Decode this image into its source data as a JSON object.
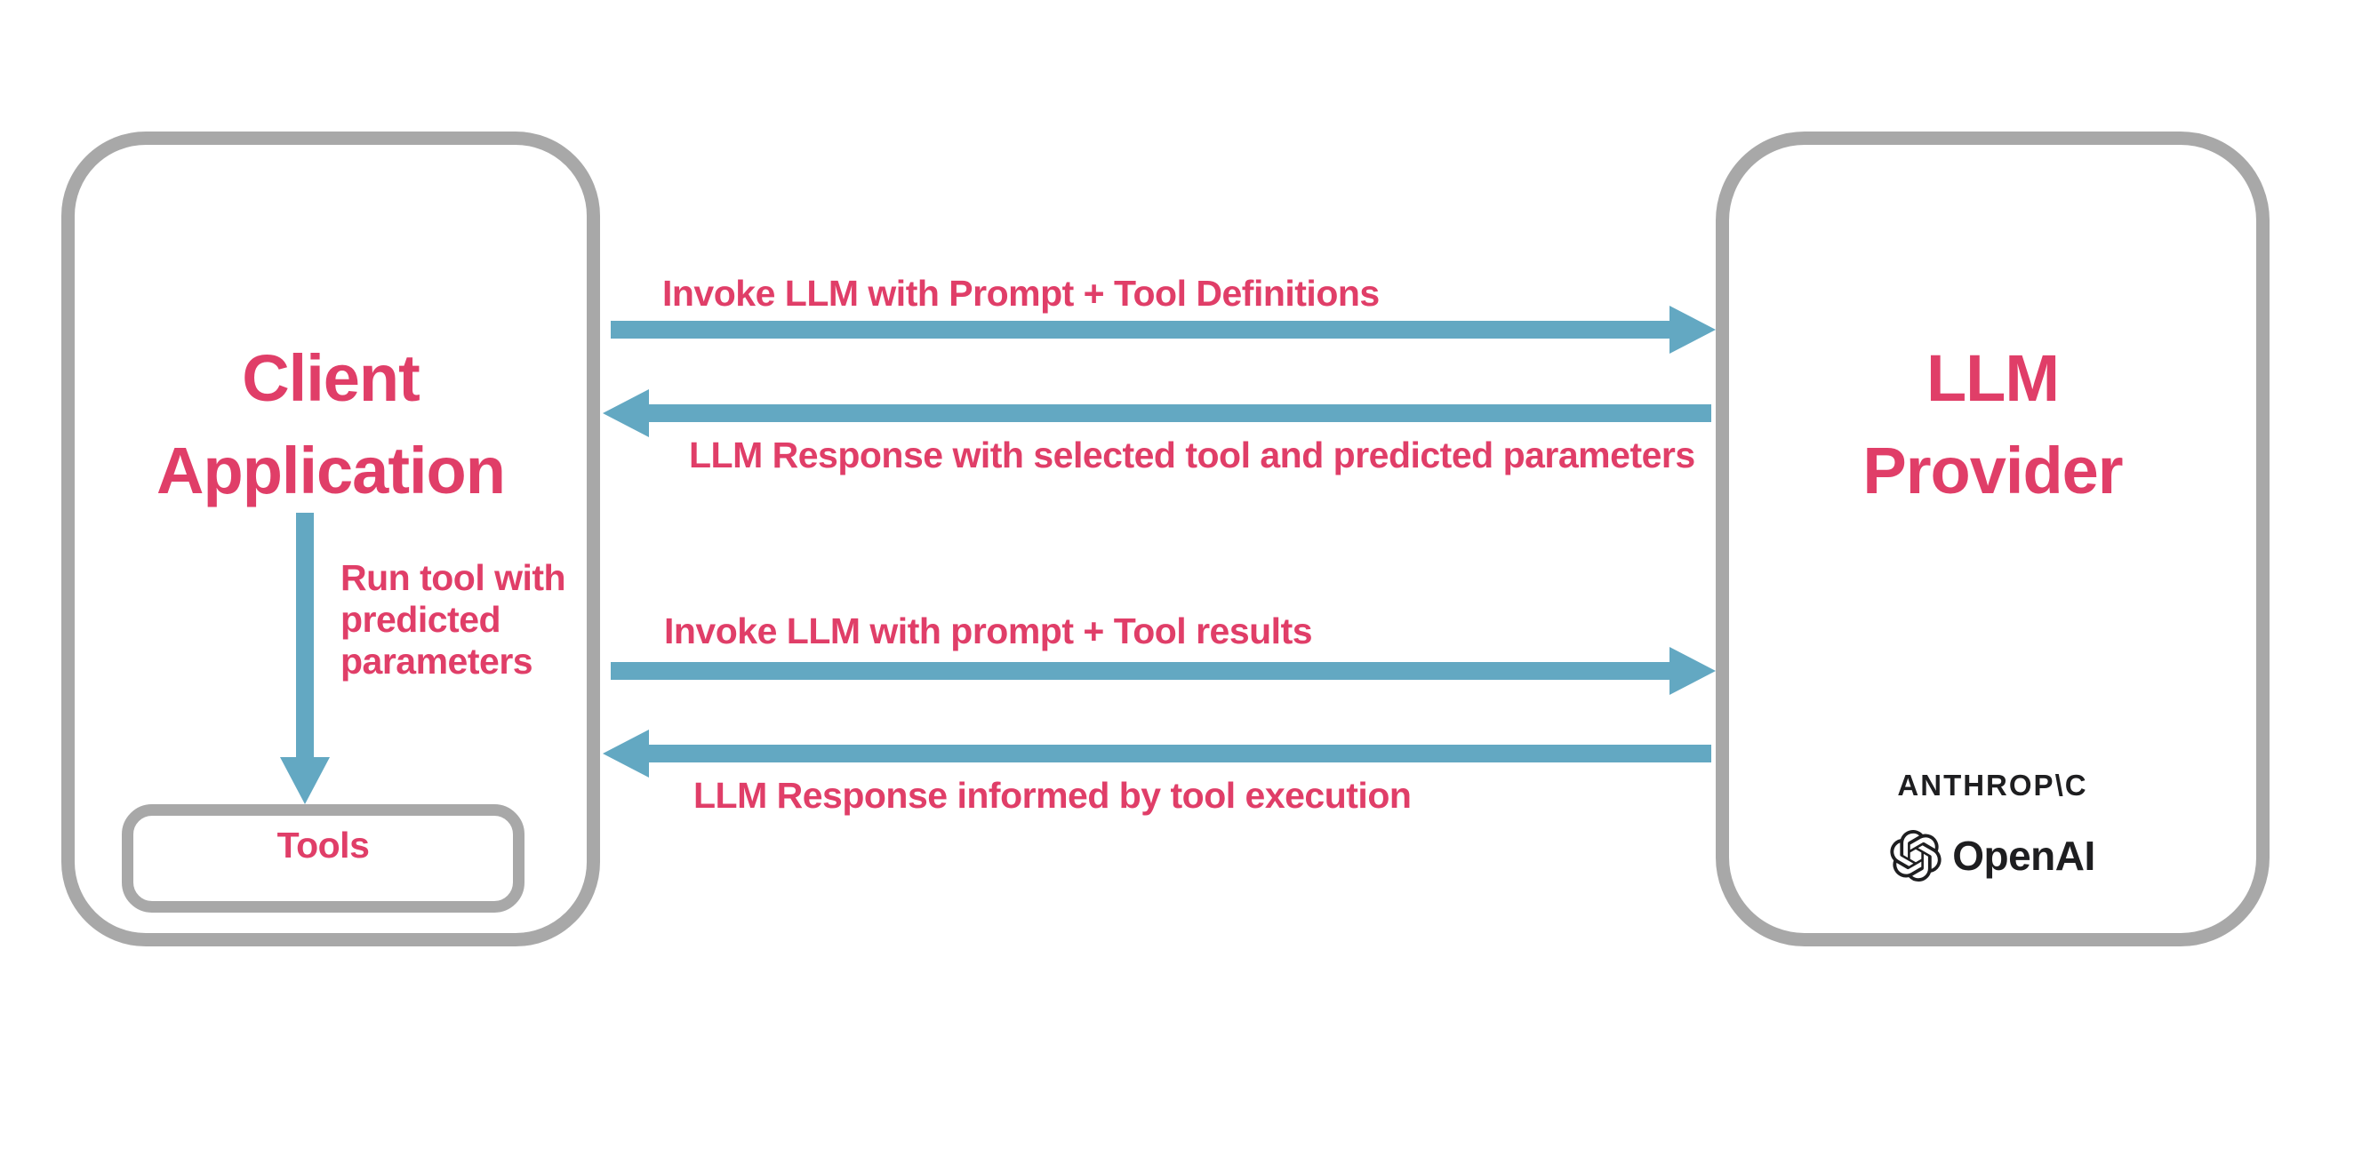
{
  "colors": {
    "pink": "#e03e68",
    "teal": "#63a8c2",
    "gray": "#a8a8a8",
    "logo": "#1e1e20",
    "bg": "#ffffff"
  },
  "client_box": {
    "title_lines": [
      "Client",
      "Application"
    ],
    "tools_label": "Tools",
    "run_tool_label": "Run tool with predicted parameters"
  },
  "llm_box": {
    "title_lines": [
      "LLM",
      "Provider"
    ],
    "providers": [
      {
        "name": "Anthropic",
        "wordmark": "ANTHROP\\C"
      },
      {
        "name": "OpenAI",
        "wordmark": "OpenAI"
      }
    ]
  },
  "arrows": [
    {
      "id": "invoke-1",
      "direction": "right",
      "label": "Invoke LLM with Prompt + Tool Definitions"
    },
    {
      "id": "response-1",
      "direction": "left",
      "label": "LLM Response with selected tool and predicted parameters"
    },
    {
      "id": "invoke-2",
      "direction": "right",
      "label": "Invoke LLM with prompt + Tool results"
    },
    {
      "id": "response-2",
      "direction": "left",
      "label": "LLM Response informed by tool execution"
    },
    {
      "id": "run-tool",
      "direction": "down",
      "label": "Run tool with predicted parameters"
    }
  ]
}
